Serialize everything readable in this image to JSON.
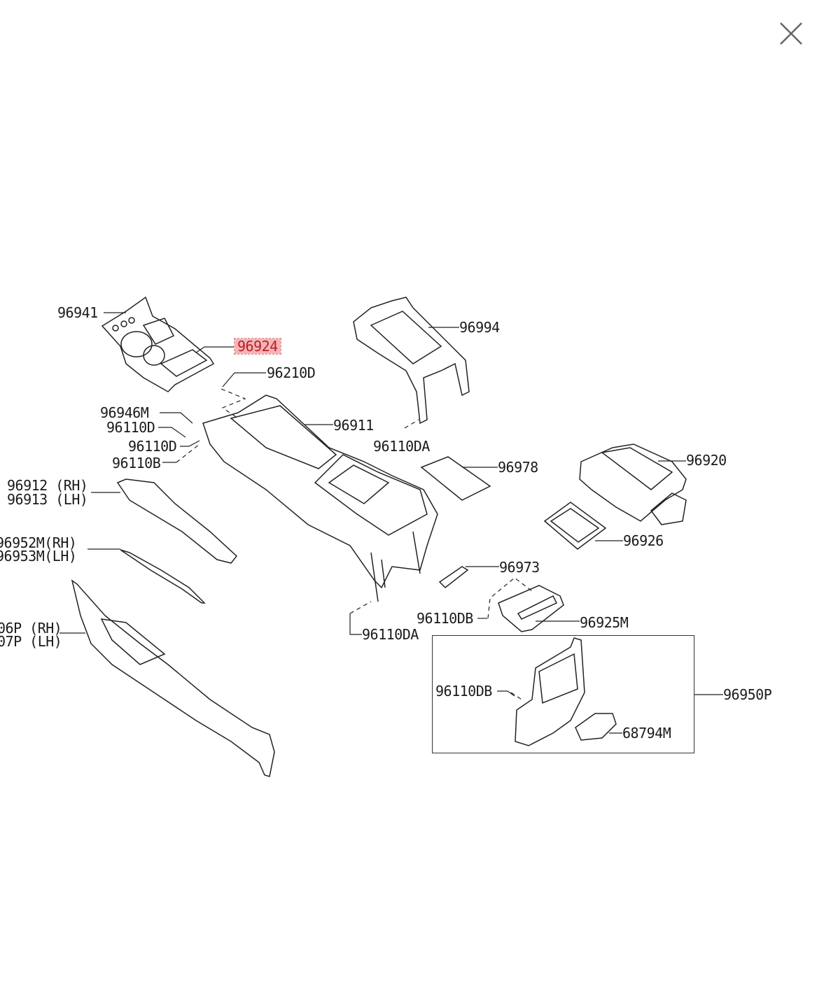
{
  "close_button": {
    "icon": "close-icon",
    "label": "X"
  },
  "highlight_color": "#f7b3b5",
  "selected_part": "96924",
  "parts": {
    "p96941": "96941",
    "p96924": "96924",
    "p96210D": "96210D",
    "p96946M": "96946M",
    "p96110D_a": "96110D",
    "p96110D_b": "96110D",
    "p96110B": "96110B",
    "p96912": "96912 (RH)",
    "p96913": "96913 (LH)",
    "p96952M": "96952M(RH)",
    "p96953M": "96953M(LH)",
    "p06P": "06P (RH)",
    "p07P": "07P (LH)",
    "p96994": "96994",
    "p96911": "96911",
    "p96110DA_a": "96110DA",
    "p96978": "96978",
    "p96920": "96920",
    "p96926": "96926",
    "p96973": "96973",
    "p96110DB_a": "96110DB",
    "p96925M": "96925M",
    "p96110DA_b": "96110DA",
    "p96110DB_b": "96110DB",
    "p96950P": "96950P",
    "p68794M": "68794M"
  }
}
